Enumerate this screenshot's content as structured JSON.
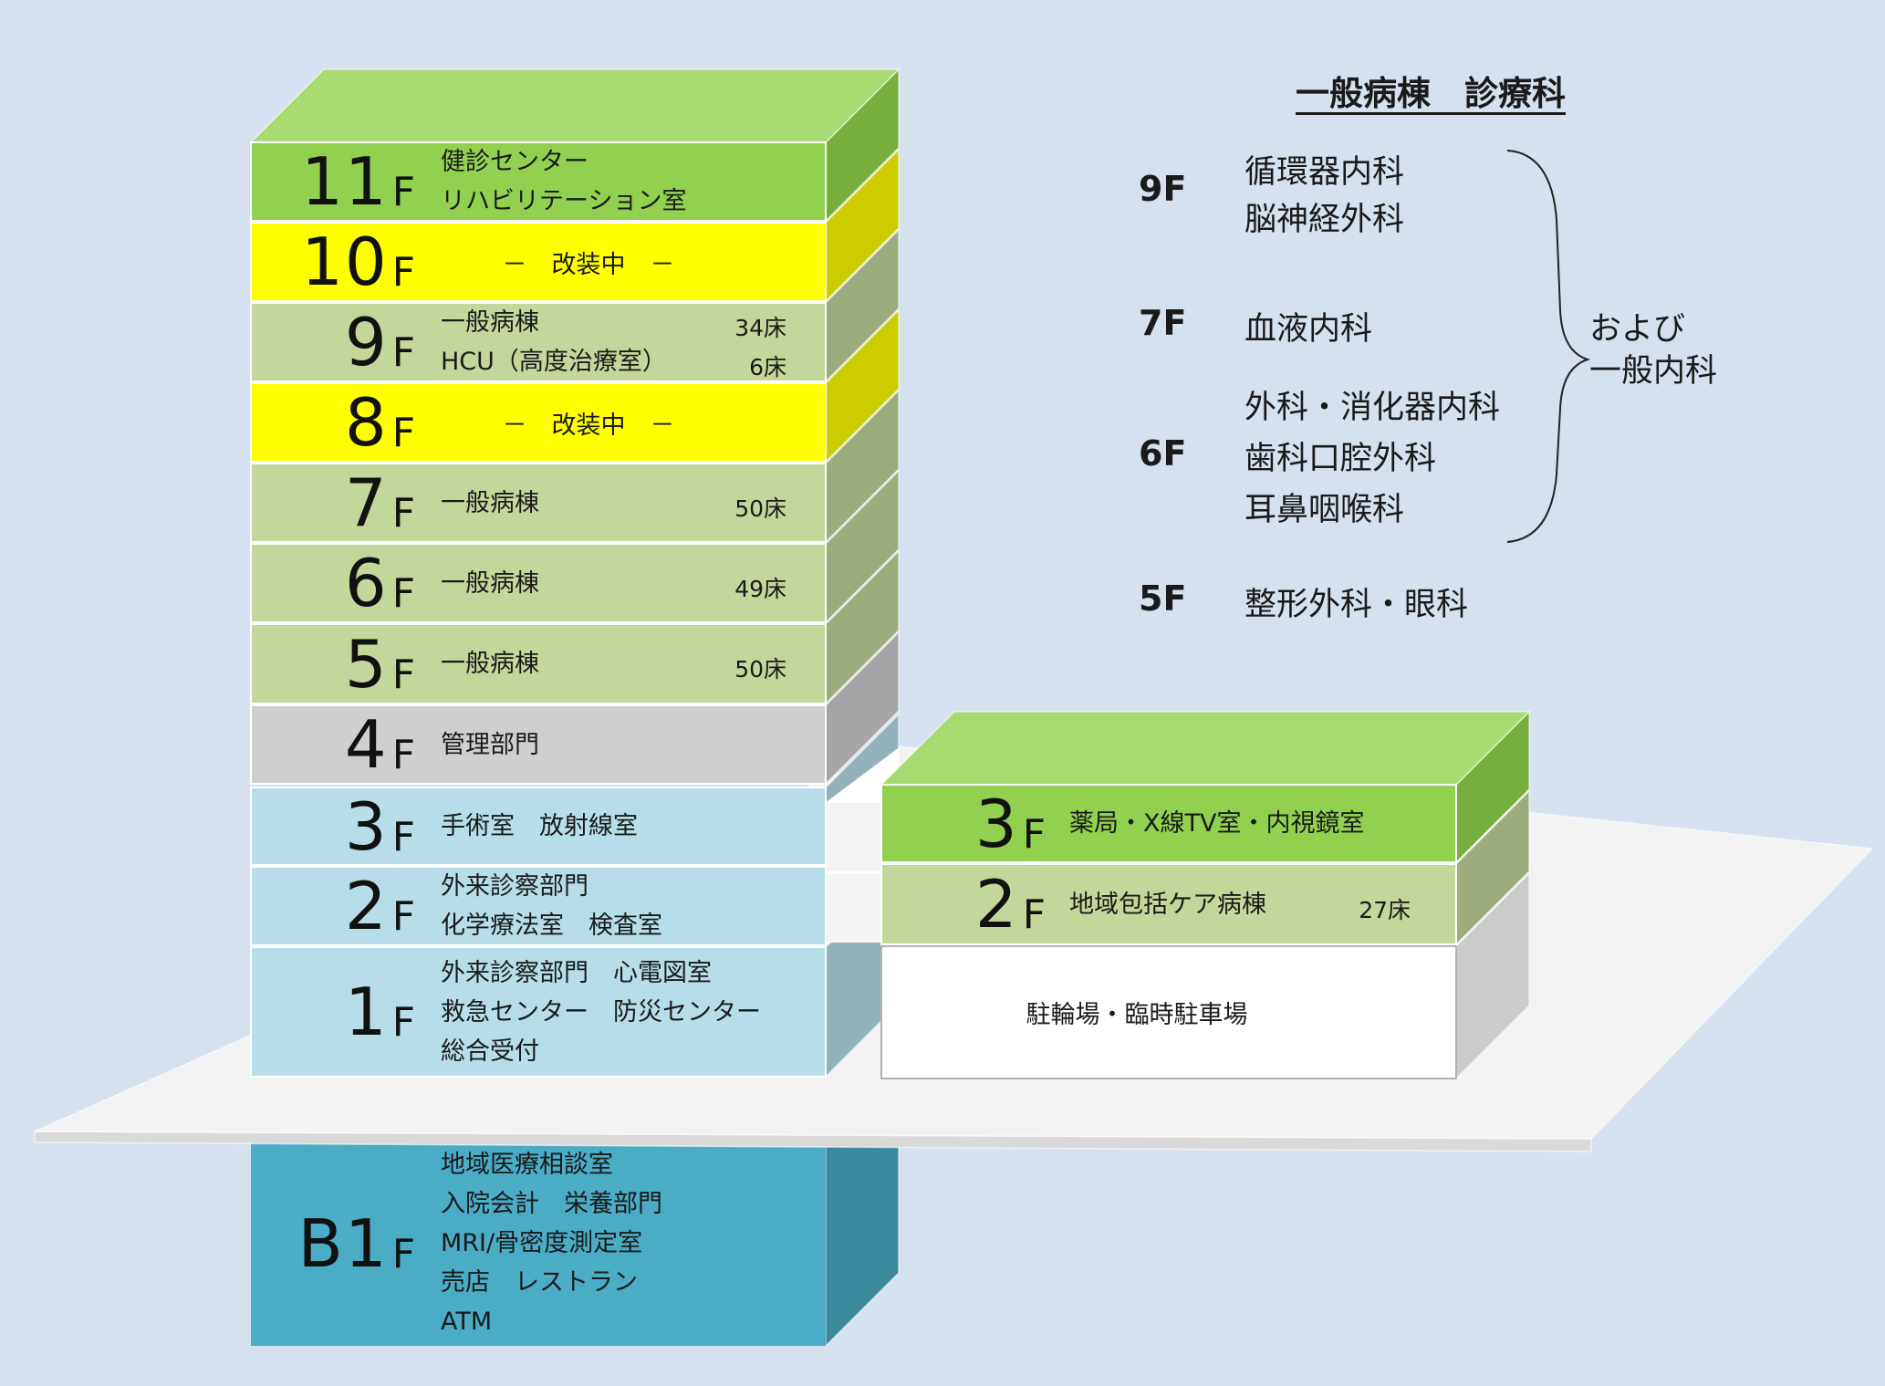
{
  "main_building": {
    "floors": [
      {
        "key": "11",
        "label": "11",
        "f": "F",
        "lines": [
          "健診センター",
          "リハビリテーション室"
        ],
        "beds": [],
        "color": "green"
      },
      {
        "key": "10",
        "label": "10",
        "f": "F",
        "center": "－　改装中　－",
        "color": "yellow"
      },
      {
        "key": "9",
        "label": "9",
        "f": "F",
        "lines": [
          "一般病棟",
          "HCU（高度治療室）"
        ],
        "beds": [
          "34床",
          "6床"
        ],
        "color": "sage"
      },
      {
        "key": "8",
        "label": "8",
        "f": "F",
        "center": "－　改装中　－",
        "color": "yellow"
      },
      {
        "key": "7",
        "label": "7",
        "f": "F",
        "lines": [
          "一般病棟"
        ],
        "beds": [
          "50床"
        ],
        "color": "sage"
      },
      {
        "key": "6",
        "label": "6",
        "f": "F",
        "lines": [
          "一般病棟"
        ],
        "beds": [
          "49床"
        ],
        "color": "sage"
      },
      {
        "key": "5",
        "label": "5",
        "f": "F",
        "lines": [
          "一般病棟"
        ],
        "beds": [
          "50床"
        ],
        "color": "sage"
      },
      {
        "key": "4",
        "label": "4",
        "f": "F",
        "lines": [
          "管理部門"
        ],
        "beds": [],
        "color": "gray"
      },
      {
        "key": "3",
        "label": "3",
        "f": "F",
        "lines": [
          "手術室　放射線室"
        ],
        "beds": [],
        "color": "lightblue"
      },
      {
        "key": "2",
        "label": "2",
        "f": "F",
        "lines": [
          "外来診察部門",
          "化学療法室　検査室"
        ],
        "beds": [],
        "color": "lightblue"
      },
      {
        "key": "1",
        "label": "1",
        "f": "F",
        "lines": [
          "外来診察部門　心電図室",
          "救急センター　防災センター",
          "総合受付"
        ],
        "beds": [],
        "color": "lightblue"
      },
      {
        "key": "B1",
        "label": "B1",
        "f": "F",
        "lines": [
          "地域医療相談室",
          "入院会計　栄養部門",
          "MRI/骨密度測定室",
          "売店　レストラン",
          "ATM"
        ],
        "beds": [],
        "color": "teal"
      }
    ]
  },
  "annex_building": {
    "floors": [
      {
        "key": "a3",
        "label": "3",
        "f": "F",
        "lines": [
          "薬局・X線TV室・内視鏡室"
        ],
        "beds": [],
        "color": "green"
      },
      {
        "key": "a2",
        "label": "2",
        "f": "F",
        "lines": [
          "地域包括ケア病棟"
        ],
        "beds": [
          "27床"
        ],
        "color": "sage"
      },
      {
        "key": "a1",
        "label": "",
        "f": "",
        "center": "駐輪場・臨時駐車場",
        "color": "white"
      }
    ]
  },
  "legend": {
    "title": "一般病棟　診療科",
    "groups": [
      {
        "floor": "9F",
        "items": [
          "循環器内科",
          "脳神経外科"
        ]
      },
      {
        "floor": "7F",
        "items": [
          "血液内科"
        ]
      },
      {
        "floor": "6F",
        "items": [
          "外科・消化器内科",
          "歯科口腔外科",
          "耳鼻咽喉科"
        ]
      },
      {
        "floor": "5F",
        "items": [
          "整形外科・眼科"
        ]
      }
    ],
    "note": [
      "および",
      "一般内科"
    ]
  },
  "colors": {
    "background": "#d5e1ef",
    "green": {
      "front": "#92d050",
      "top": "#a8da72",
      "side": "#77ad3d"
    },
    "yellow": {
      "front": "#ffff00",
      "top": "#ffff33",
      "side": "#cccc00"
    },
    "sage": {
      "front": "#c4d79b",
      "top": "#d2e1b2",
      "side": "#9dac7c"
    },
    "gray": {
      "front": "#cfcfcf",
      "top": "#e3e3e3",
      "side": "#a5a5a5"
    },
    "lightblue": {
      "front": "#b7dee8",
      "top": "#cbe7ee",
      "side": "#92b1b9"
    },
    "teal": {
      "front": "#4bacc6",
      "top": "#6fbdd2",
      "side": "#3a8a9e"
    },
    "white": {
      "front": "#ffffff",
      "top": "#f2f2f2",
      "side": "#cccccc"
    },
    "ground": "#f2f2f2"
  }
}
